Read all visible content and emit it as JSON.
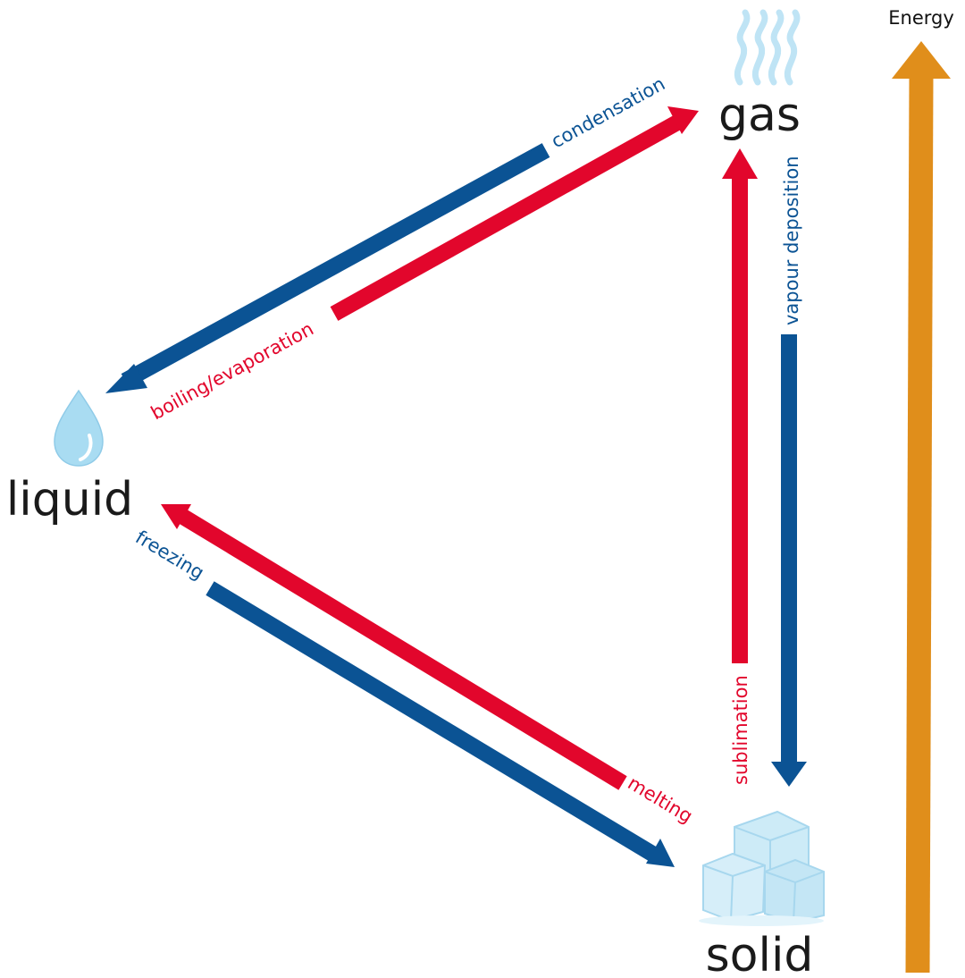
{
  "states": {
    "gas": "gas",
    "liquid": "liquid",
    "solid": "solid"
  },
  "processes": {
    "condensation": "condensation",
    "boiling_evaporation": "boiling/evaporation",
    "vapour_deposition": "vapour deposition",
    "sublimation": "sublimation",
    "freezing": "freezing",
    "melting": "melting"
  },
  "energy_label": "Energy",
  "colors": {
    "endothermic": "#e2062c",
    "exothermic": "#0b5394",
    "energy": "#e08e1b",
    "ice": "#cdebf7",
    "water": "#a9dcf2",
    "text": "#1a1a1a"
  },
  "icons": {
    "gas": "steam-icon",
    "liquid": "water-drop-icon",
    "solid": "ice-cubes-icon"
  }
}
